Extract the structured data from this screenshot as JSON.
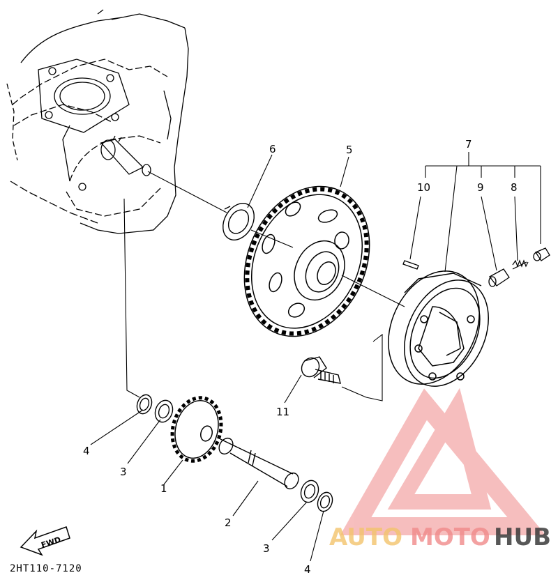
{
  "diagram": {
    "drawing_code": "2HT110-7120",
    "forward_arrow_label": "FWD",
    "callouts": {
      "p1": "1",
      "p2": "2",
      "p3a": "3",
      "p3b": "3",
      "p4a": "4",
      "p4b": "4",
      "p5": "5",
      "p6": "6",
      "p7": "7",
      "p8": "8",
      "p9": "9",
      "p10": "10",
      "p11": "11"
    }
  },
  "watermark": {
    "word1": "AUTO",
    "word2": "MOTO",
    "word3": "HUB",
    "colors": {
      "auto": "#f2c36b",
      "moto": "#f08a8a",
      "hub": "#3a3a3a",
      "logo": "#f08a8a"
    }
  }
}
